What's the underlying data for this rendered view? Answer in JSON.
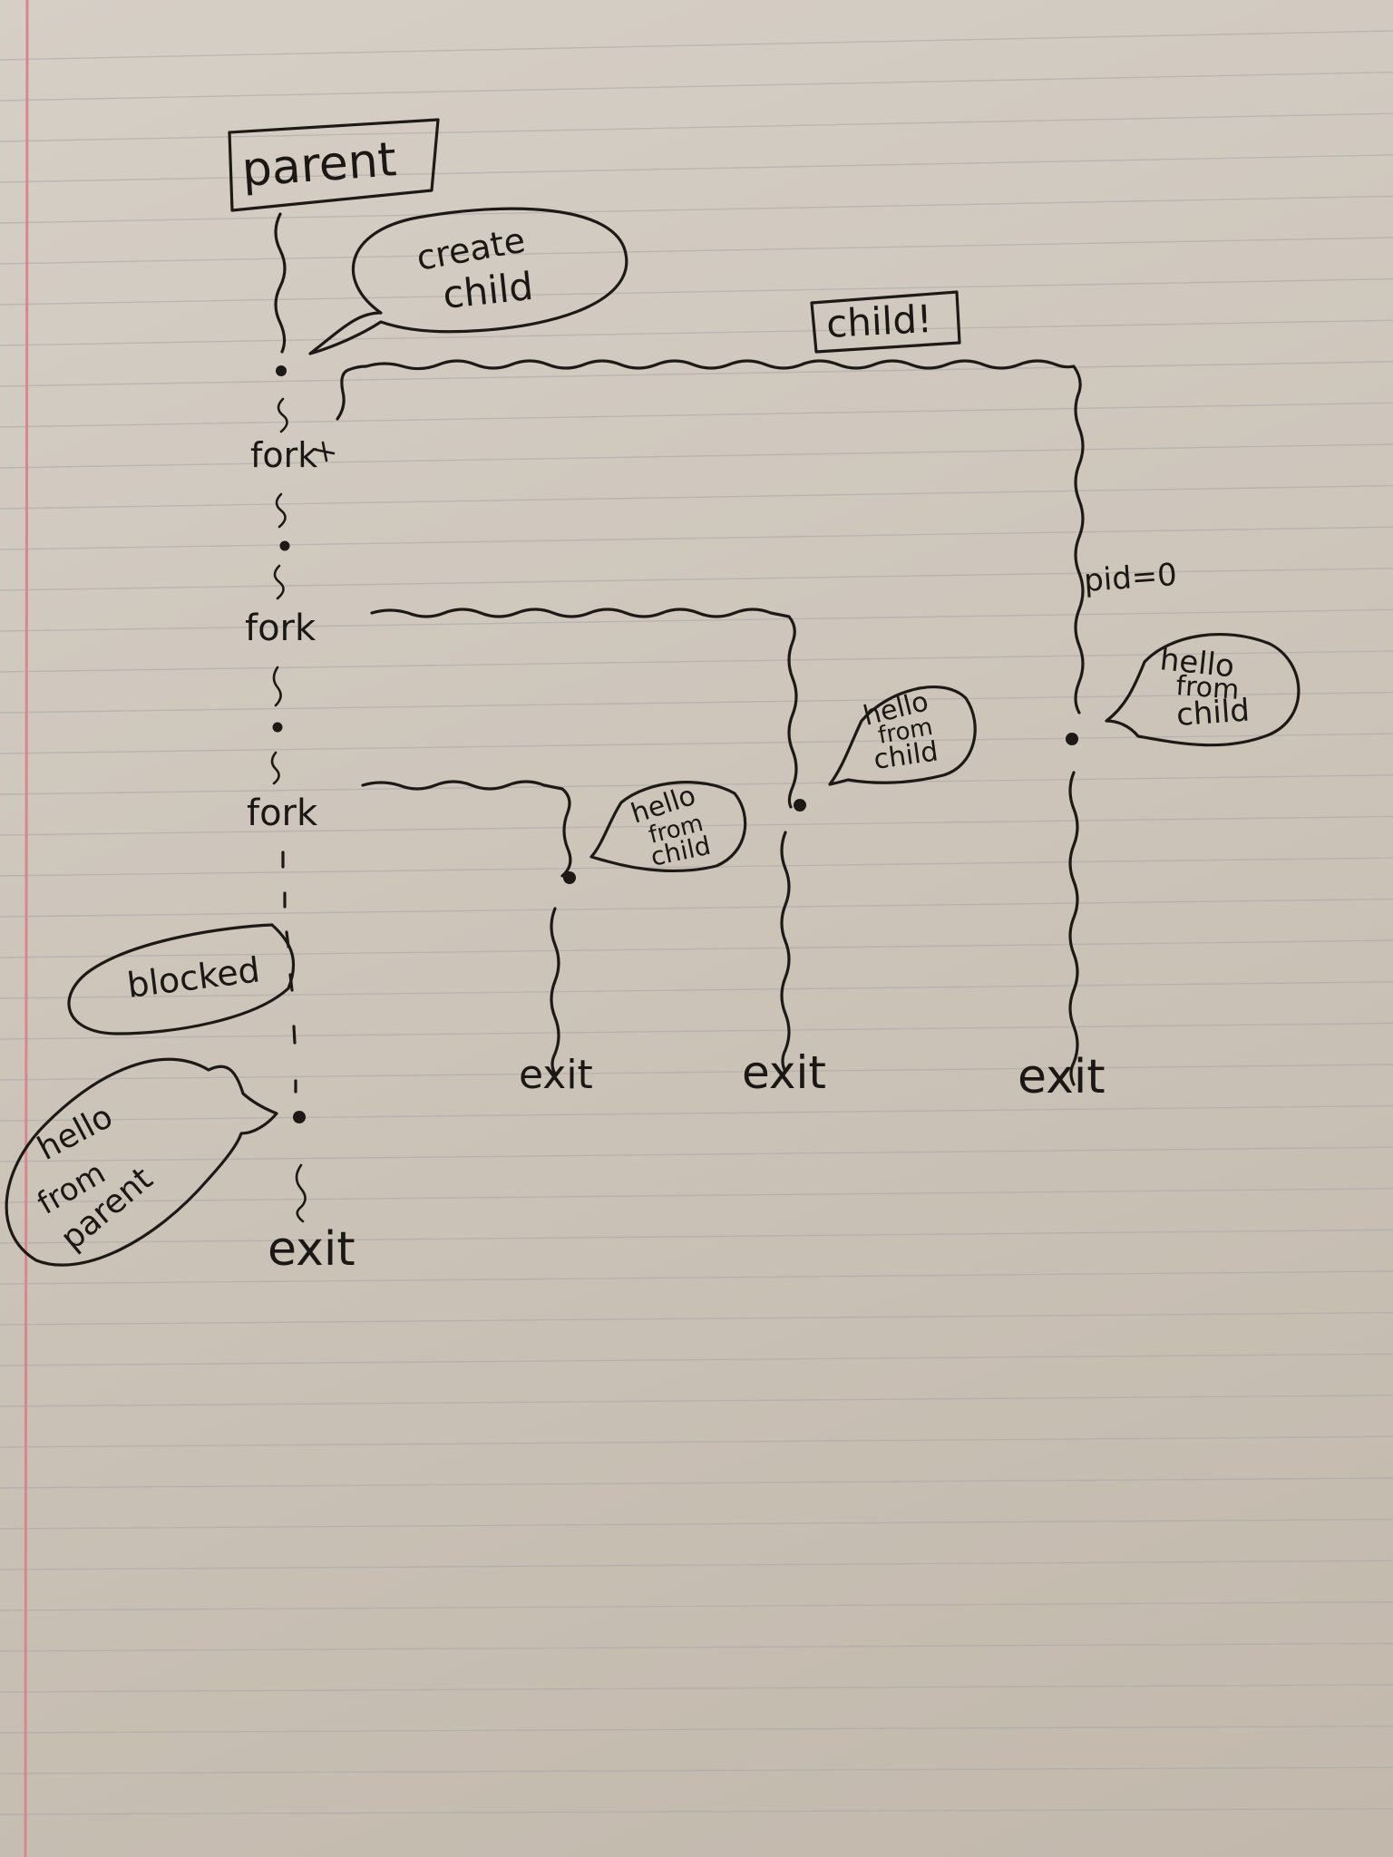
{
  "diagram": {
    "parent_label": "parent",
    "child_label": "child!",
    "create_child_bubble": [
      "create",
      "child"
    ],
    "fork_labels": [
      "fork",
      "fork",
      "fork"
    ],
    "pid_annotation": "pid=0",
    "child_bubbles": [
      [
        "hello",
        "from",
        "child"
      ],
      [
        "hello",
        "from",
        "child"
      ],
      [
        "hello",
        "from",
        "child"
      ]
    ],
    "blocked_label": "blocked",
    "parent_bubble": [
      "hello",
      "from",
      "parent"
    ],
    "exit_labels": [
      "exit",
      "exit",
      "exit",
      "exit"
    ]
  },
  "colors": {
    "paper": "#d2cabf",
    "rule_line": "#a9a8ab",
    "margin_line": "#d9868e",
    "ink": "#1a1714"
  }
}
